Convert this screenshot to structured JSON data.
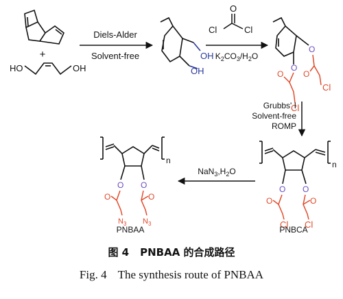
{
  "reagents": {
    "plus": "+",
    "diol_left": "HO",
    "diol_right": "OH",
    "step1_top": "Diels-Alder",
    "step1_bottom": "Solvent-free",
    "diol_oh_top": "OH",
    "diol_oh_bottom": "OH",
    "acyl_cl_left": "Cl",
    "acyl_cl_right": "Cl",
    "acyl_o": "O",
    "step2_bottom": "K2CO3/H2O",
    "step3_line1": "Grubbs' I",
    "step3_line2": "Solvent-free",
    "step3_line3": "ROMP",
    "step4": "NaN3,H2O"
  },
  "structures": {
    "ester_o": "O",
    "carbonyl_o": "O",
    "chloro": "Cl",
    "azido": "N3",
    "repeat_n": "n"
  },
  "products": {
    "pnbaa_label": "PNBAA",
    "pnbca_label": "PNBCA"
  },
  "caption": {
    "zh_number": "图 4",
    "zh_title": "PNBAA 的合成路径",
    "en_number": "Fig. 4",
    "en_title": "The synthesis route of PNBAA"
  },
  "colors": {
    "bond": "#111111",
    "hydroxyl": "#2a3a9a",
    "ester_oxygen": "#6a4cc0",
    "acyl": "#e04a2a"
  }
}
